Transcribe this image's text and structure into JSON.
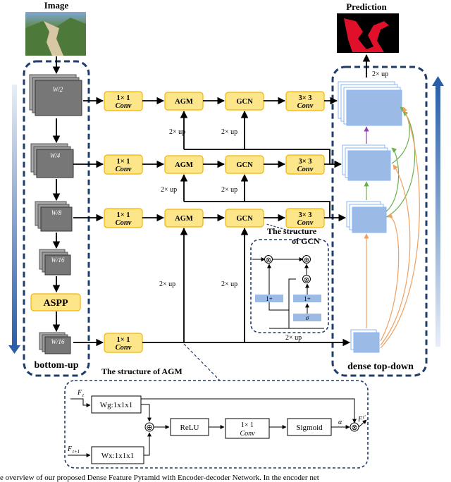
{
  "labels": {
    "image": "Image",
    "prediction": "Prediction",
    "bottom_up": "bottom-up",
    "dense_top_down": "dense top-down",
    "aspp": "ASPP",
    "agm_structure": "The structure of AGM",
    "gcn_structure_1": "The structure",
    "gcn_structure_2": "of GCN",
    "caption": "e overview of our proposed Dense Feature Pyramid with Encoder-decoder Network. In the encoder net"
  },
  "scales": [
    "W/2",
    "W/4",
    "W/8",
    "W/16",
    "W/16"
  ],
  "conv1": {
    "top": "1× 1",
    "bottom": "Conv"
  },
  "conv3": {
    "top": "3× 3",
    "bottom": "Conv"
  },
  "modules": {
    "agm": "AGM",
    "gcn": "GCN"
  },
  "up": "2× up",
  "gcn_inner": {
    "one_plus": "1+",
    "sigma": "σ"
  },
  "agm_inner": {
    "ft": "F",
    "ft_sub": "t",
    "ft1_sub": "t+1",
    "wg": "Wg:1x1x1",
    "wx": "Wx:1x1x1",
    "relu": "ReLU",
    "conv_top": "1× 1",
    "conv_bottom": "Conv",
    "sigmoid": "Sigmoid",
    "alpha": "α",
    "out": "F",
    "out_sup": "t'"
  },
  "colors": {
    "accent": "#1f3d6b",
    "module_fill": "#fde68a",
    "module_stroke": "#f4b400",
    "feature": "#9bbbe6"
  }
}
